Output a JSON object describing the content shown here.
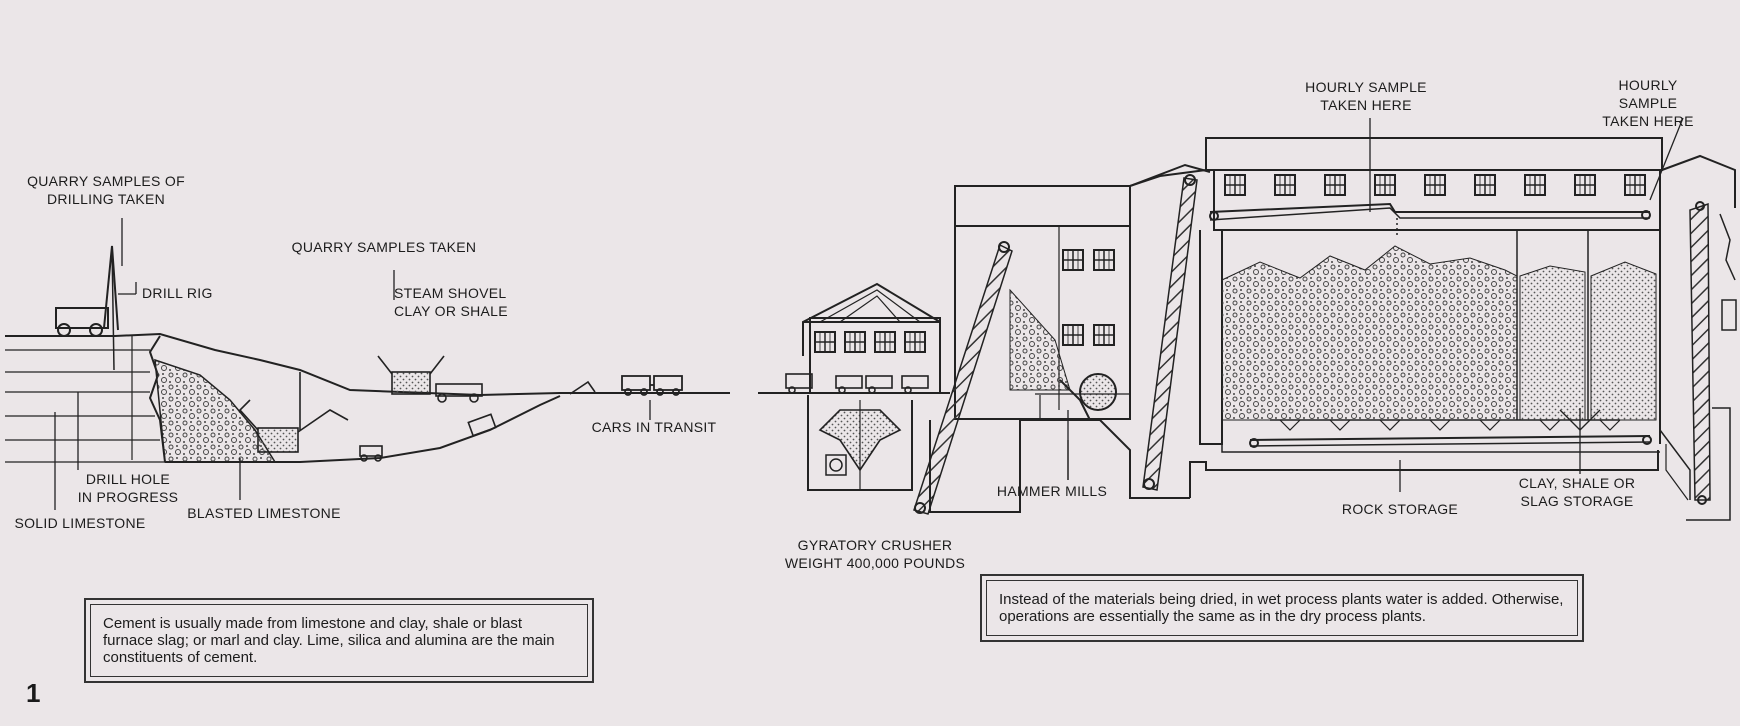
{
  "labels": {
    "quarry_samples_drilling": "QUARRY SAMPLES OF\nDRILLING TAKEN",
    "drill_rig": "DRILL RIG",
    "quarry_samples_taken": "QUARRY SAMPLES TAKEN",
    "steam_shovel": "STEAM SHOVEL\nCLAY OR SHALE",
    "drill_hole": "DRILL HOLE\nIN PROGRESS",
    "solid_limestone": "SOLID LIMESTONE",
    "blasted_limestone": "BLASTED LIMESTONE",
    "cars_in_transit": "CARS IN TRANSIT",
    "gyratory_crusher": "GYRATORY CRUSHER\nWEIGHT 400,000 POUNDS",
    "hammer_mills": "HAMMER MILLS",
    "hourly_sample_1": "HOURLY SAMPLE\nTAKEN HERE",
    "hourly_sample_2": "HOURLY SAMPLE\nTAKEN HERE",
    "rock_storage": "ROCK STORAGE",
    "clay_shale_slag": "CLAY, SHALE OR\nSLAG STORAGE"
  },
  "notes": {
    "cement_note": "Cement is usually made from limestone and clay, shale or blast furnace slag; or marl and clay.  Lime, silica and alumina are the main constituents of cement.",
    "wet_process_note": "Instead of the materials being dried, in wet process plants water is added.  Otherwise, operations are essentially the same as in the dry process plants."
  },
  "page_number": "1"
}
